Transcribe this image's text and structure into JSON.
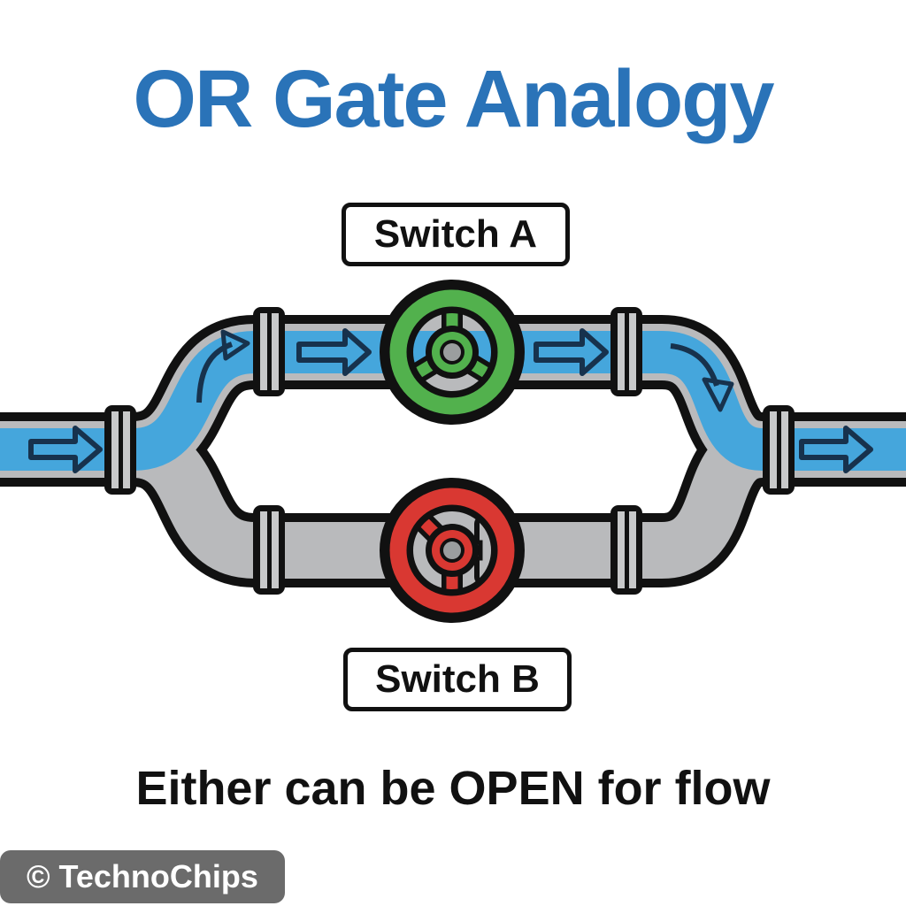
{
  "title": {
    "text": "OR Gate Analogy"
  },
  "diagram": {
    "switch_a": {
      "label": "Switch A",
      "state": "open"
    },
    "switch_b": {
      "label": "Switch B",
      "state": "closed"
    },
    "flow_direction": "left-to-right",
    "colors": {
      "title_blue": "#2a73b8",
      "water_blue": "#45a6dc",
      "pipe_gray": "#b9babc",
      "flange_stripe_gray": "#c8c9ca",
      "outline_black": "#111111",
      "valve_open_green": "#52b14d",
      "valve_closed_red": "#d93832",
      "hub_gray": "#9b9e9f",
      "arrow_navy": "#17324d",
      "watermark_bg": "#6b6b6b"
    }
  },
  "caption": {
    "text": "Either can be OPEN for flow"
  },
  "watermark": {
    "text": "© TechnoChips"
  }
}
